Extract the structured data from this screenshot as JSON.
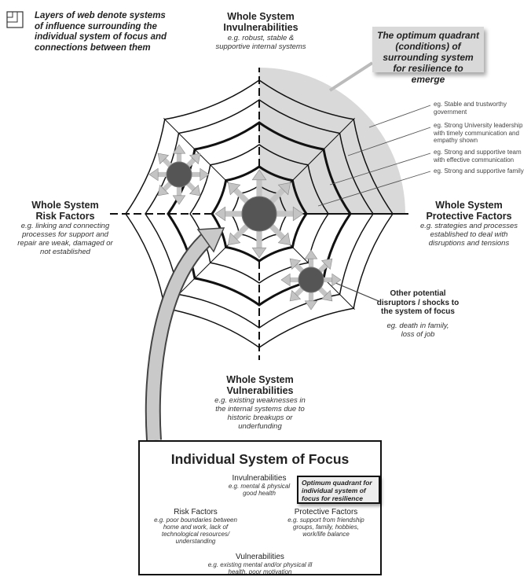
{
  "legend": {
    "text": "Layers of web denote systems of influence surrounding the individual system of focus and connections between them",
    "icon": "web-layers-icon"
  },
  "top": {
    "title_line1": "Whole System",
    "title_line2": "Invulnerabilities",
    "desc": "e.g. robust, stable & supportive internal systems"
  },
  "callout": {
    "text": "The optimum quadrant (conditions) of surrounding system for resilience to emerge"
  },
  "examples": [
    "eg. Stable and trustworthy government",
    "eg. Strong University leadership with timely communication and empathy shown",
    "eg. Strong and supportive team with effective communication",
    "eg. Strong and supportive family"
  ],
  "left": {
    "title_line1": "Whole System",
    "title_line2": "Risk Factors",
    "desc": "e.g. linking and connecting processes for support and repair are weak, damaged or not established"
  },
  "right": {
    "title_line1": "Whole System",
    "title_line2": "Protective Factors",
    "desc": "e.g. strategies and processes established to deal with disruptions and tensions"
  },
  "disruptors": {
    "title": "Other potential disruptors / shocks to the system of focus",
    "desc": "eg. death in family, loss of job"
  },
  "bottom": {
    "title_line1": "Whole System",
    "title_line2": "Vulnerabilities",
    "desc": "e.g. existing weaknesses in the internal systems due to historic breakups or underfunding"
  },
  "focus": {
    "title": "Individual System of Focus",
    "invuln_title": "Invulnerabilities",
    "invuln_desc": "e.g. mental & physical good health",
    "risk_title": "Risk Factors",
    "risk_desc": "e.g. poor boundaries between home and work, lack of technological resources/ understanding",
    "protect_title": "Protective Factors",
    "protect_desc": "e.g. support from friendship groups, family, hobbies, work/life balance",
    "vuln_title": "Vulnerabilities",
    "vuln_desc": "e.g. existing mental and/or physical ill health, poor motivation",
    "callout": "Optimum quadrant for individual system of focus for resilience"
  },
  "colors": {
    "quadrant_fill": "#d9d9d9",
    "star_fill": "#555555",
    "arrow": "#c4c4c4",
    "line": "#111111"
  }
}
